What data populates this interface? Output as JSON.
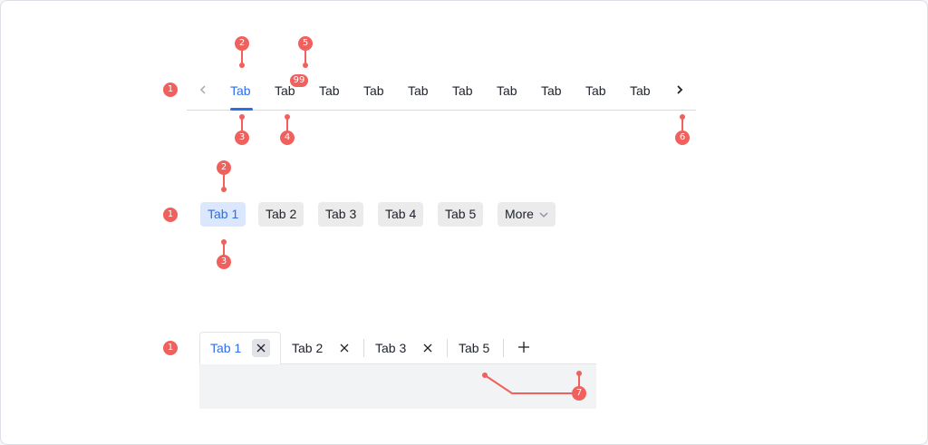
{
  "line_tabs": {
    "tabs": [
      "Tab",
      "Tab",
      "Tab",
      "Tab",
      "Tab",
      "Tab",
      "Tab",
      "Tab",
      "Tab",
      "Tab"
    ],
    "badge_count": "99",
    "active_index": 0,
    "prev_icon": "chevron-left-icon",
    "next_icon": "chevron-right-icon"
  },
  "capsule_tabs": {
    "tabs": [
      "Tab 1",
      "Tab 2",
      "Tab 3",
      "Tab 4",
      "Tab 5"
    ],
    "more_label": "More",
    "more_icon": "chevron-down-icon",
    "active_index": 0
  },
  "card_tabs": {
    "tabs": [
      "Tab 1",
      "Tab 2",
      "Tab 3",
      "Tab 5"
    ],
    "active_index": 0,
    "close_icon": "close-icon",
    "add_icon": "plus-icon"
  },
  "markers": {
    "m1": "1",
    "m2": "2",
    "m3": "3",
    "m4": "4",
    "m5": "5",
    "m6": "6",
    "m7": "7"
  },
  "colors": {
    "accent": "#2d6ee6",
    "marker": "#f0605d",
    "active_capsule_bg": "#dbe7fe",
    "capsule_bg": "#ebebeb"
  }
}
